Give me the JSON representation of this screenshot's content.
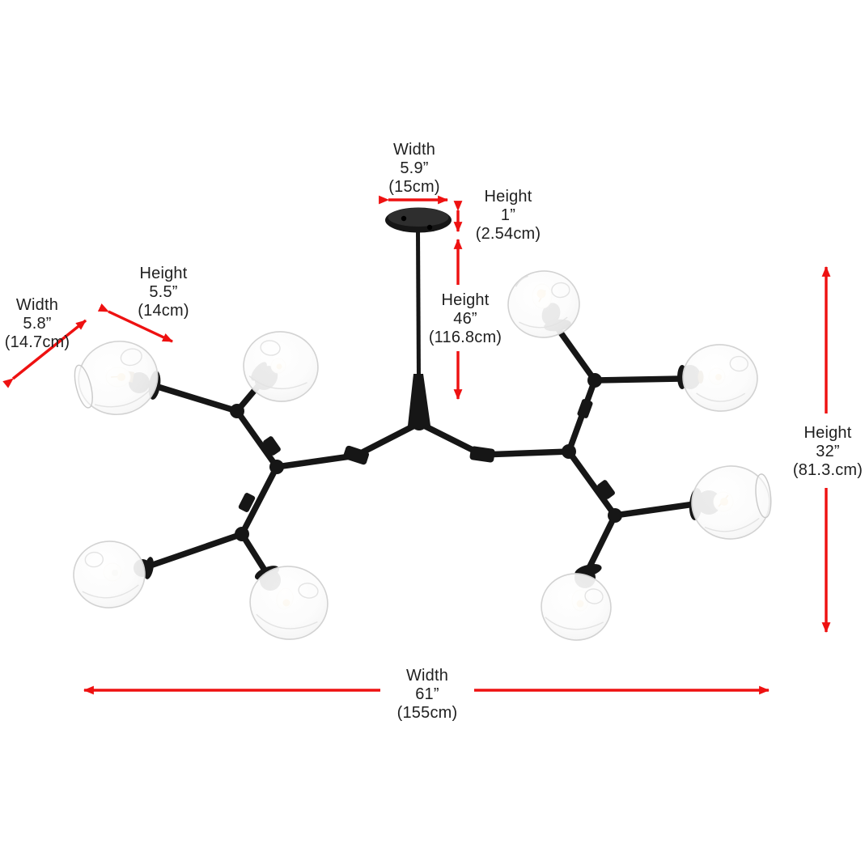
{
  "diagram": {
    "product": "8-light modern branching chandelier with black finish and clear glass globe shades",
    "globe_count": 8,
    "colors": {
      "arrow": "#ee1111",
      "fixture": "#161616",
      "text": "#1f1f1f",
      "background": "#ffffff"
    },
    "dimensions": {
      "canopy_width": {
        "name": "Width",
        "inches": "5.9”",
        "metric": "(15cm)"
      },
      "canopy_height": {
        "name": "Height",
        "inches": "1”",
        "metric": "(2.54cm)"
      },
      "rod_height": {
        "name": "Height",
        "inches": "46”",
        "metric": "(116.8cm)"
      },
      "shade_height": {
        "name": "Height",
        "inches": "5.5”",
        "metric": "(14cm)"
      },
      "shade_width": {
        "name": "Width",
        "inches": "5.8”",
        "metric": "(14.7cm)"
      },
      "fixture_height": {
        "name": "Height",
        "inches": "32”",
        "metric": "(81.3.cm)"
      },
      "fixture_width": {
        "name": "Width",
        "inches": "61”",
        "metric": "(155cm)"
      }
    }
  }
}
